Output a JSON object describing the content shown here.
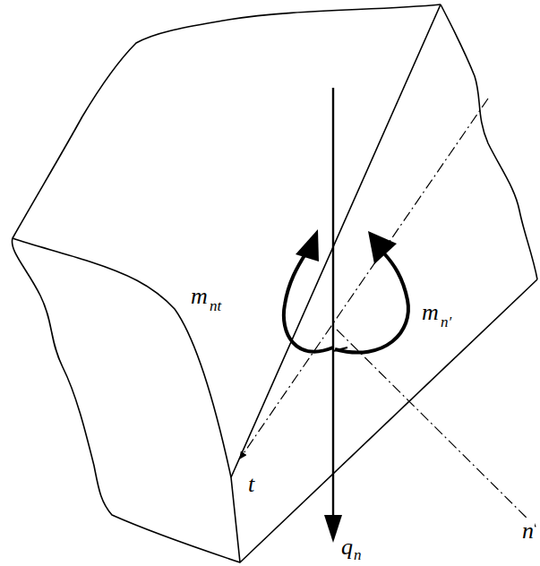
{
  "diagram": {
    "labels": [
      "m",
      "nt",
      "m",
      "n′",
      "q",
      "n",
      "t",
      "n"
    ]
  }
}
